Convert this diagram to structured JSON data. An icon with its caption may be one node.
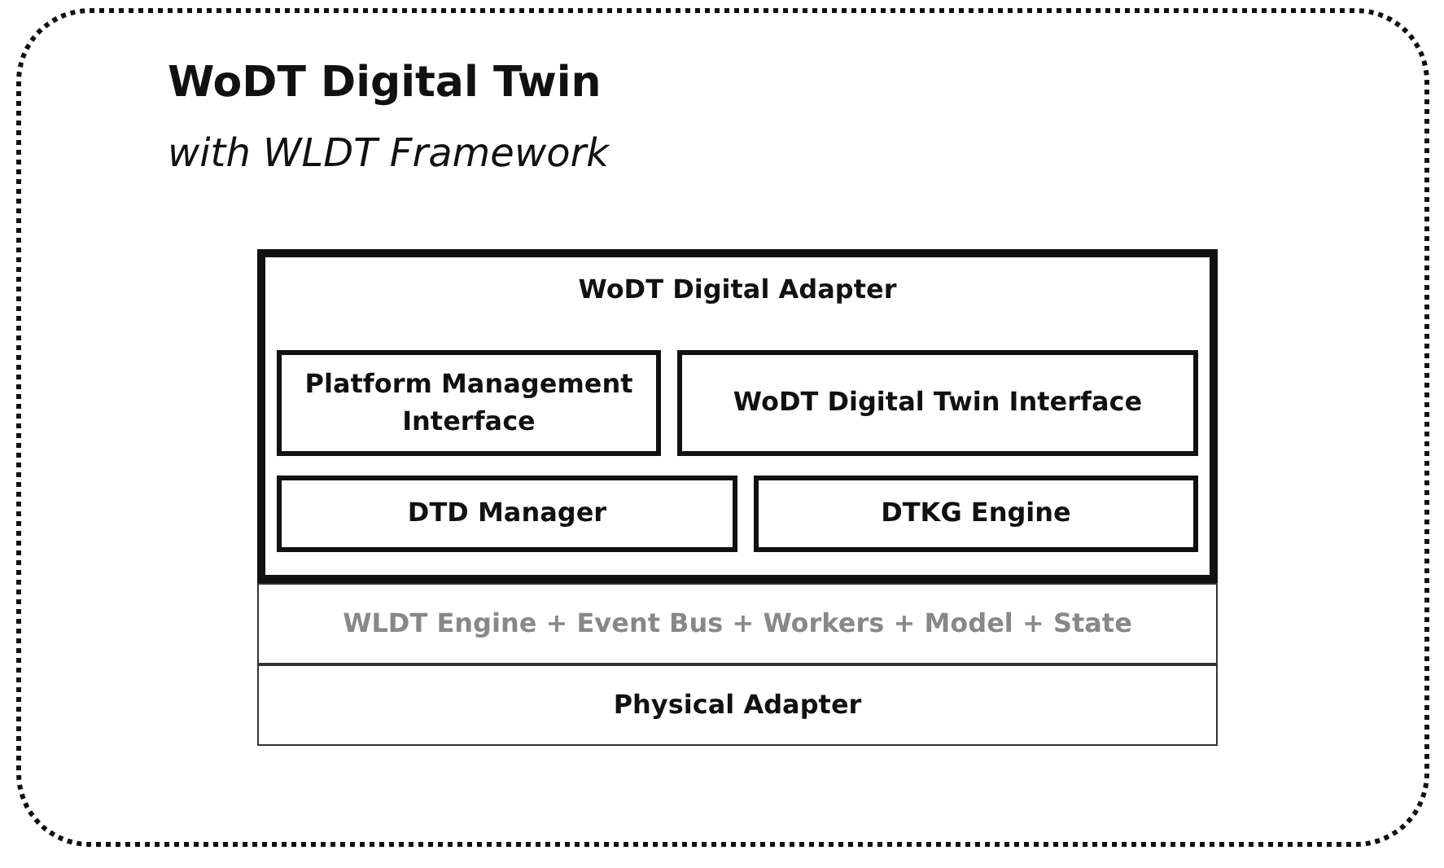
{
  "diagram": {
    "nodes": [
      {
        "text": [
          "WoDT Digital Twin",
          "with WLDT Framework"
        ]
      },
      {
        "text": [
          "WoDT Digital Adapter"
        ],
        "in": 0
      },
      {
        "text": [
          "Platform Management Interface"
        ],
        "in": 1
      },
      {
        "text": [
          "WoDT Digital Twin Interface"
        ],
        "in": 1
      },
      {
        "text": [
          "DTD Manager"
        ],
        "in": 1
      },
      {
        "text": [
          "DTKG Engine"
        ],
        "in": 1
      },
      {
        "text": [
          "WLDT Engine + Event Bus + Workers + Model + State"
        ],
        "in": 0
      },
      {
        "text": [
          "Physical Adapter"
        ],
        "in": 0
      }
    ]
  }
}
